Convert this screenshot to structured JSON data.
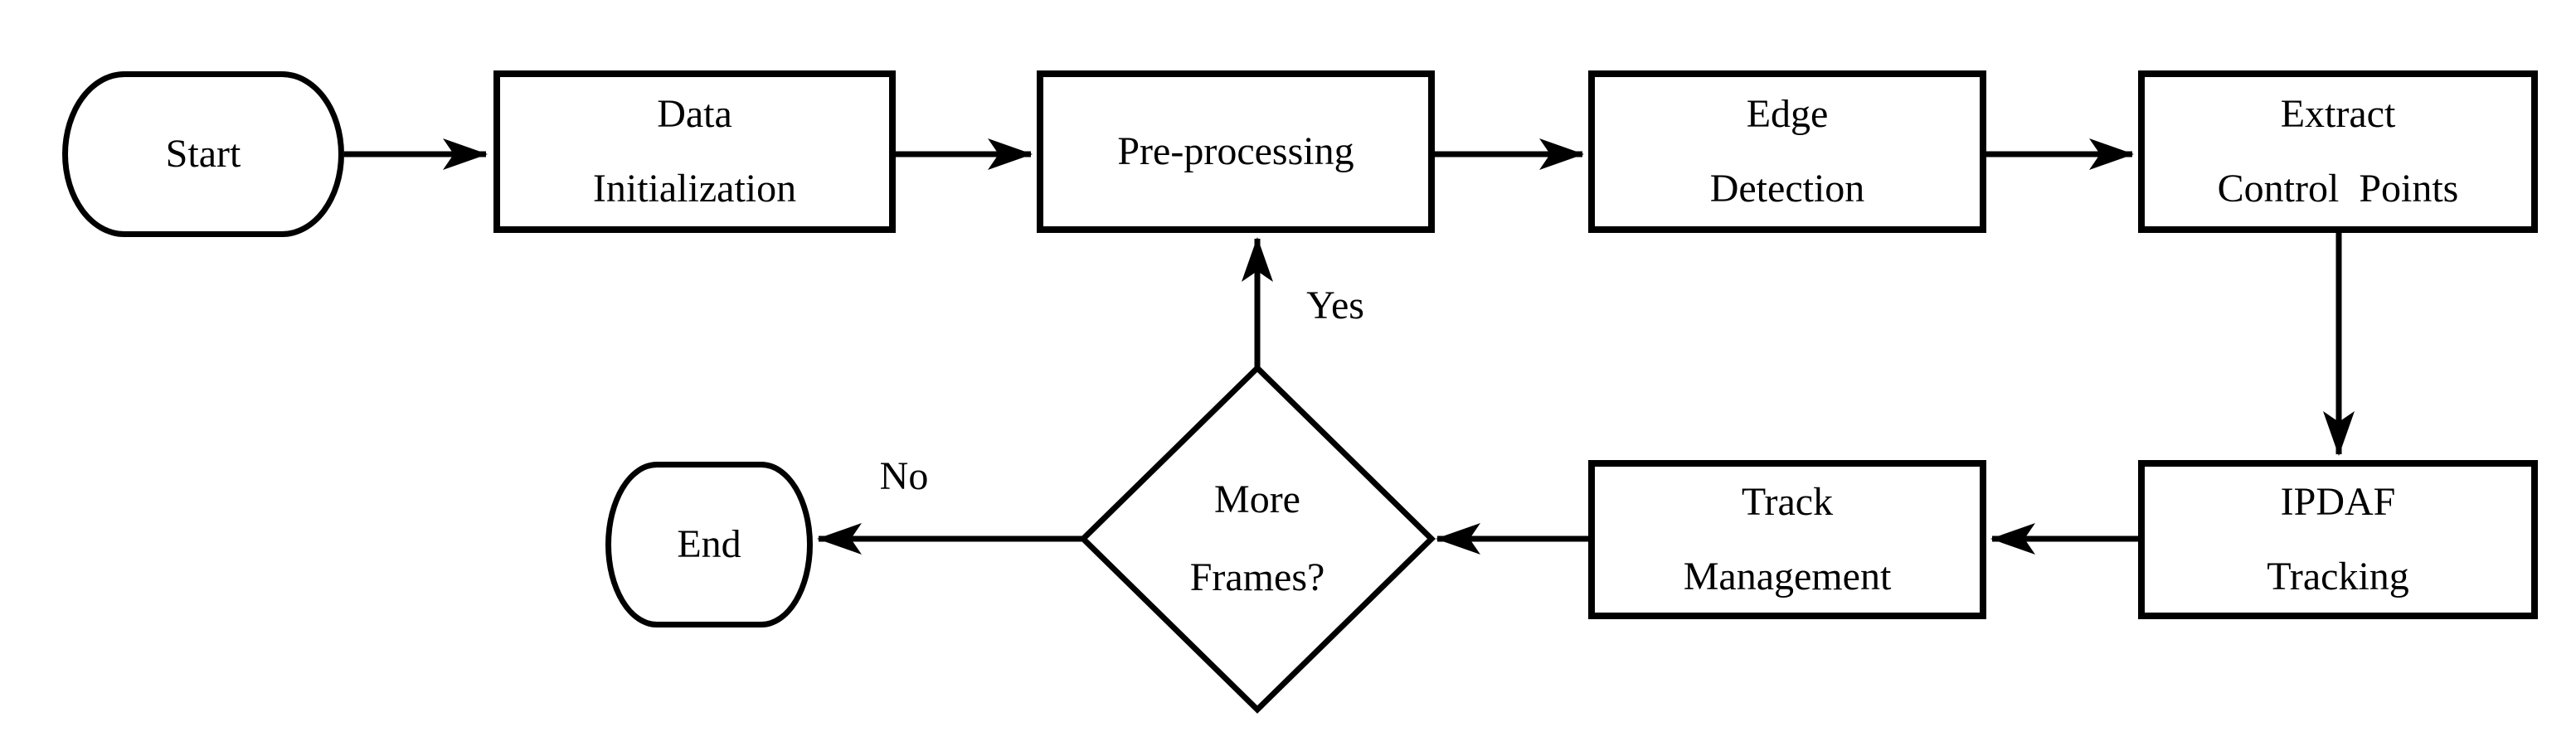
{
  "diagram": {
    "type": "flowchart",
    "nodes": {
      "start": {
        "label": "Start",
        "shape": "terminator"
      },
      "data_initialization": {
        "lines": [
          "Data",
          "Initialization"
        ],
        "shape": "process"
      },
      "pre_processing": {
        "label": "Pre-processing",
        "shape": "process"
      },
      "edge_detection": {
        "lines": [
          "Edge",
          "Detection"
        ],
        "shape": "process"
      },
      "extract_control_points": {
        "lines": [
          "Extract",
          "Control  Points"
        ],
        "shape": "process"
      },
      "ipdaf_tracking": {
        "lines": [
          "IPDAF",
          "Tracking"
        ],
        "shape": "process"
      },
      "track_management": {
        "lines": [
          "Track",
          "Management"
        ],
        "shape": "process"
      },
      "more_frames_decision": {
        "lines": [
          "More",
          "Frames?"
        ],
        "shape": "decision"
      },
      "end": {
        "label": "End",
        "shape": "terminator"
      }
    },
    "edge_labels": {
      "yes": "Yes",
      "no": "No"
    },
    "colors": {
      "stroke": "#000000",
      "background": "#ffffff",
      "node_fill": "#ffffff"
    }
  }
}
